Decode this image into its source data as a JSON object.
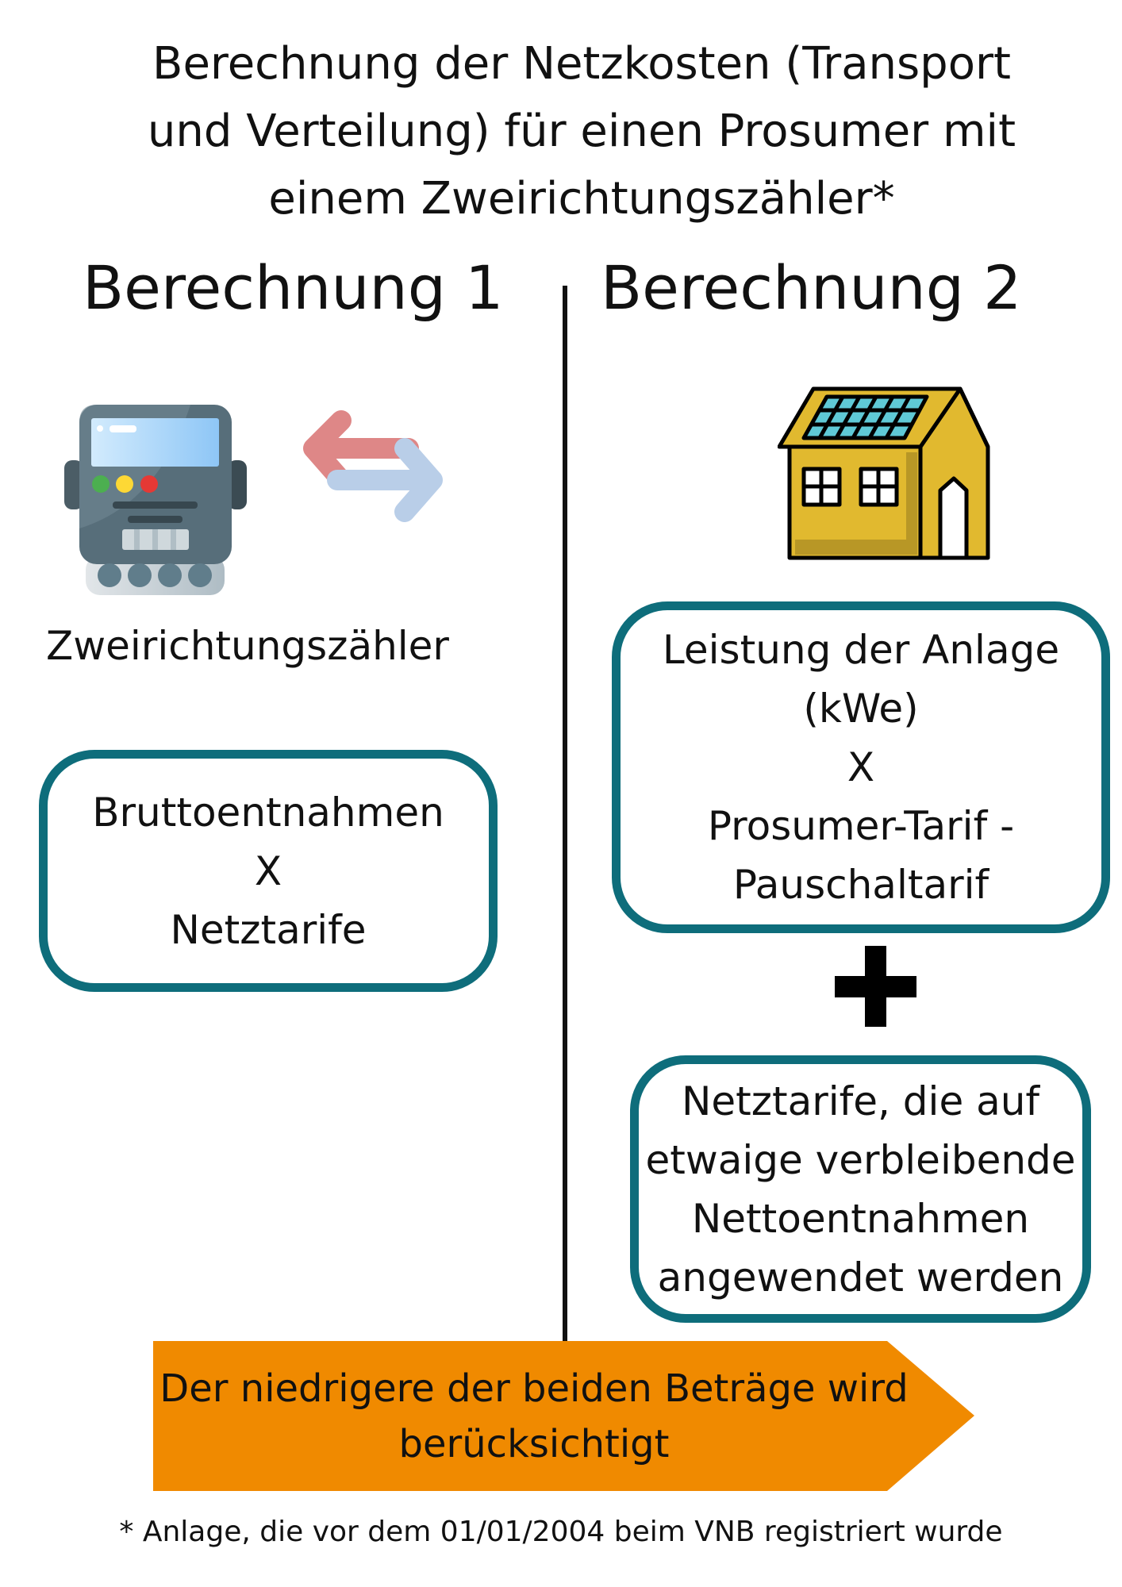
{
  "title": {
    "lines": [
      "Berechnung der Netzkosten (Transport",
      "und Verteilung) für einen Prosumer mit",
      "einem Zweirichtungszähler*"
    ]
  },
  "left": {
    "heading": "Berechnung  1",
    "meter_label": "Zweirichtungszähler",
    "formula": [
      "Bruttoentnahmen",
      "X",
      "Netztarife"
    ]
  },
  "right": {
    "heading": "Berechnung 2",
    "formula": [
      "Leistung der Anlage",
      "(kWe)",
      "X",
      "Prosumer-Tarif -",
      "Pauschaltarif"
    ],
    "plus": "+",
    "extra": [
      "Netztarife, die auf",
      "etwaige verbleibende",
      "Nettoentnahmen",
      "angewendet werden"
    ]
  },
  "conclusion": [
    "Der niedrigere der beiden Beträge wird",
    "berücksichtigt"
  ],
  "footnote": "* Anlage, die vor dem 01/01/2004 beim VNB registriert wurde",
  "colors": {
    "teal": "#0e6d7b",
    "orange": "#f08a00",
    "arrow_left": "#de8787",
    "arrow_right": "#b9cee8",
    "house": "#e1b92f"
  }
}
